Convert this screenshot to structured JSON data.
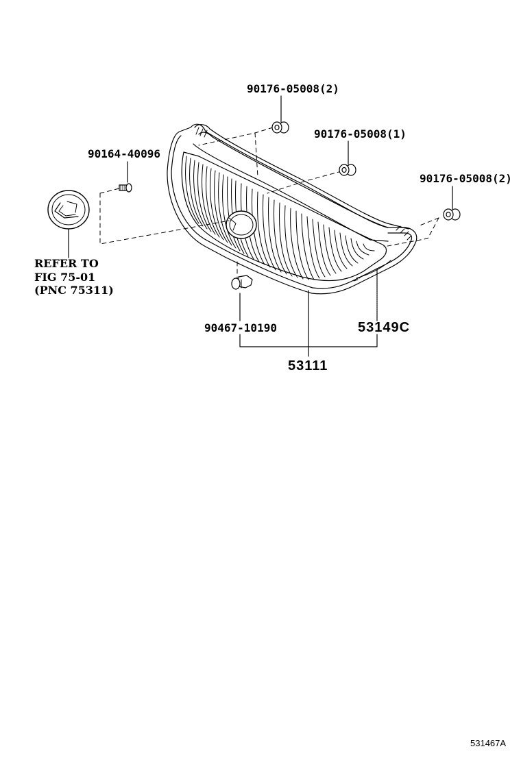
{
  "diagram": {
    "type": "parts-exploded-view",
    "subject": "front radiator grille assembly",
    "figure_code": "531467A",
    "parts": [
      {
        "id": "p1",
        "part_number": "90176-05008(2)",
        "item": "nut (top center)"
      },
      {
        "id": "p2",
        "part_number": "90176-05008(1)",
        "item": "nut (upper right)"
      },
      {
        "id": "p3",
        "part_number": "90176-05008(2)",
        "item": "nut (right)"
      },
      {
        "id": "p4",
        "part_number": "90164-40096",
        "item": "screw (emblem)"
      },
      {
        "id": "p5",
        "part_number": "90467-10190",
        "item": "clip (bottom)"
      },
      {
        "id": "p6",
        "part_number": "53149C",
        "item": "grille sub-assembly"
      },
      {
        "id": "p7",
        "part_number": "53111",
        "item": "radiator grille"
      }
    ],
    "reference_note": {
      "line1": "REFER TO",
      "line2": "FIG 75-01",
      "line3": "(PNC 75311)"
    }
  },
  "labels": {
    "nut_top": "90176-05008(2)",
    "nut_upper_right": "90176-05008(1)",
    "nut_right": "90176-05008(2)",
    "screw": "90164-40096",
    "clip": "90467-10190",
    "sub_assy": "53149C",
    "grille": "53111",
    "figure_code": "531467A"
  },
  "colors": {
    "ink": "#000000",
    "paper": "#ffffff"
  }
}
